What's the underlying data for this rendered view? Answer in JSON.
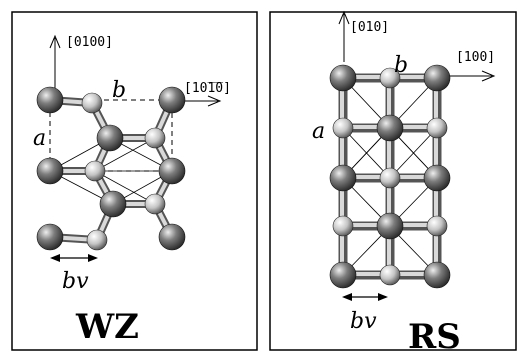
{
  "panels": [
    {
      "id": "wz",
      "title": "WZ",
      "direction_up": "[0100]",
      "direction_right": "[10̅1̅0]",
      "lattice_a": "a",
      "lattice_b": "b",
      "bond_length": "bv"
    },
    {
      "id": "rs",
      "title": "RS",
      "direction_up": "[010]",
      "direction_right": "[100]",
      "lattice_a": "a",
      "lattice_b": "b",
      "bond_length": "bv"
    }
  ],
  "colors": {
    "large_atom": "#6d6d6d",
    "small_atom": "#d2d2d2",
    "bond": "#8a8a8a",
    "border": "#000000"
  }
}
